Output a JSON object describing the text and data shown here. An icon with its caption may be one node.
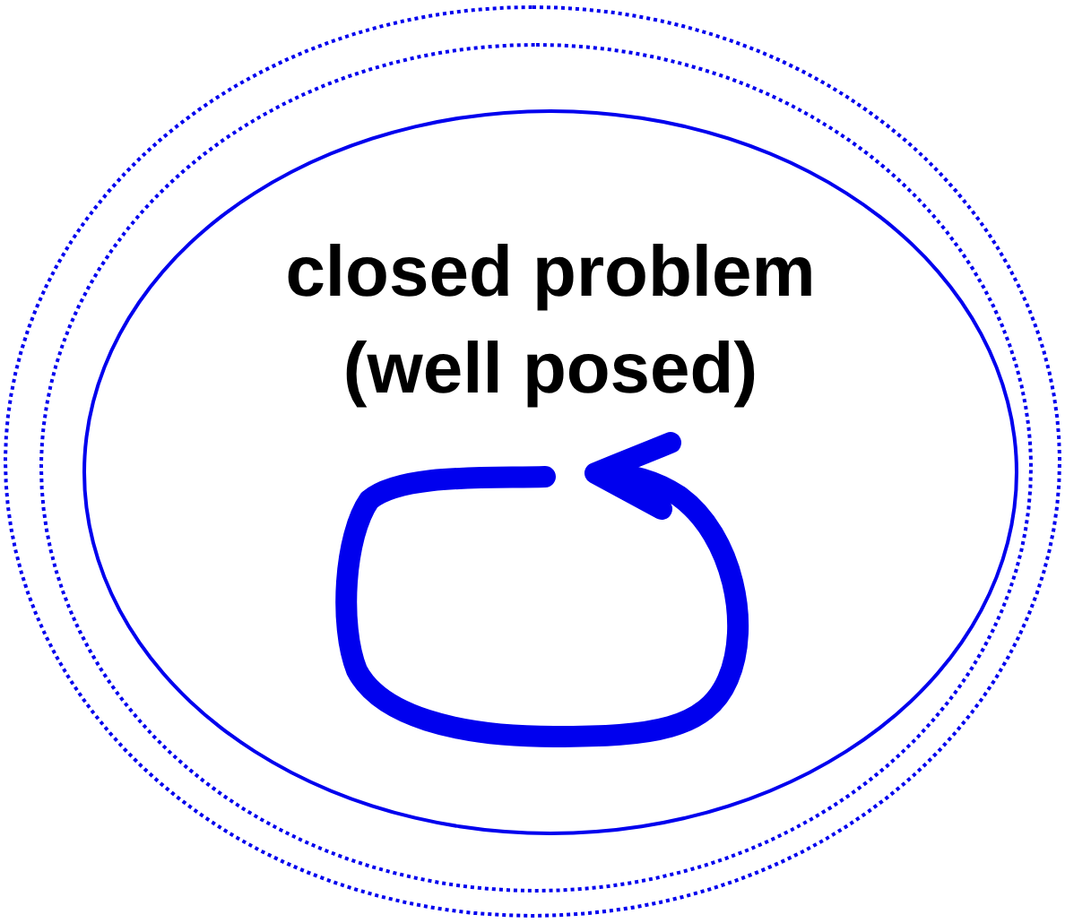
{
  "diagram": {
    "nodes": [
      {
        "text": [],
        "shape": "ellipse"
      },
      {
        "text": [],
        "shape": "ellipse",
        "in": 0
      },
      {
        "text": [
          "closed problem (well posed)"
        ],
        "in": 1
      }
    ]
  }
}
